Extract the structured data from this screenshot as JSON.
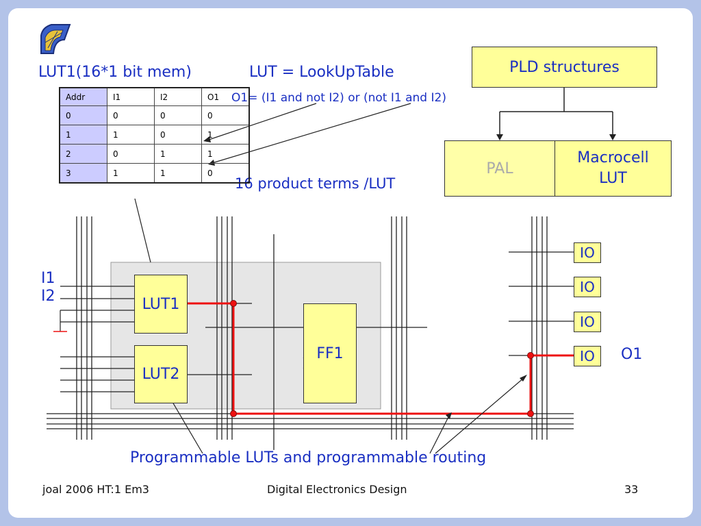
{
  "title_left": "LUT1(16*1 bit mem)",
  "title_right": "LUT = LookUpTable",
  "equation": "O1= (I1 and not I2) or (not I1 and I2)",
  "product_terms": "16 product terms /LUT",
  "table": {
    "headers": [
      "Addr",
      "I1",
      "I2",
      "O1"
    ],
    "rows": [
      [
        "0",
        "0",
        "0",
        "0"
      ],
      [
        "1",
        "1",
        "0",
        "1"
      ],
      [
        "2",
        "0",
        "1",
        "1"
      ],
      [
        "3",
        "1",
        "1",
        "0"
      ]
    ]
  },
  "hierarchy": {
    "root": "PLD structures",
    "pal": "PAL",
    "macrocell": "Macrocell LUT"
  },
  "blocks": {
    "lut1": "LUT1",
    "lut2": "LUT2",
    "ff1": "FF1",
    "io": [
      "IO",
      "IO",
      "IO",
      "IO"
    ]
  },
  "signals": {
    "i1": "I1",
    "i2": "I2",
    "o1": "O1"
  },
  "caption": "Programmable LUTs and programmable routing",
  "footer": {
    "left": "joal 2006 HT:1 Em3",
    "center": "Digital Electronics Design",
    "page": "33"
  },
  "colors": {
    "background": "#b3c3e8",
    "text_blue": "#1a2fc2",
    "box_fill": "#ffff99",
    "route_red": "#ee1111",
    "cluster_gray": "#e6e6e6"
  },
  "icons": [
    "logo-globe-icon"
  ]
}
